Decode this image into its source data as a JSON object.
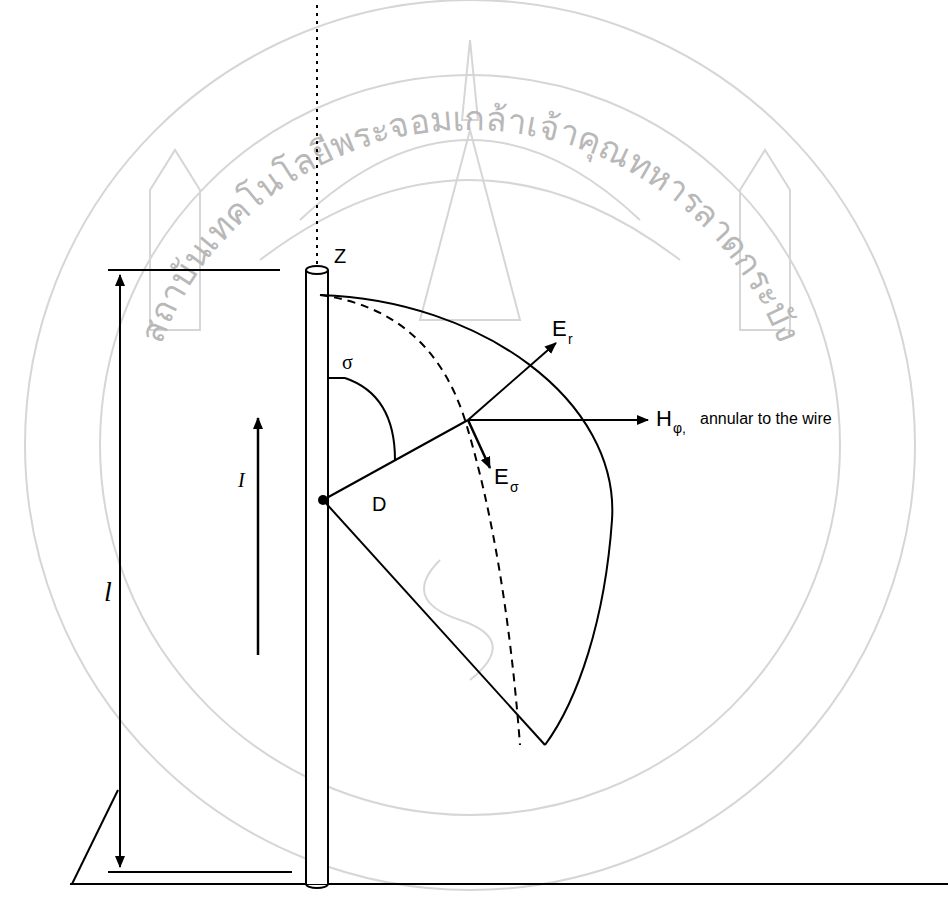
{
  "diagram": {
    "labels": [
      "สถาบันเทคโนโลยีพระจอมเกล้าเจ้าคุณทหารลาดกระบัง",
      "Z",
      "l",
      "I",
      "σ",
      "D",
      "E",
      "r",
      "H",
      "φ,",
      "annular to the wire",
      "E",
      "σ"
    ]
  }
}
